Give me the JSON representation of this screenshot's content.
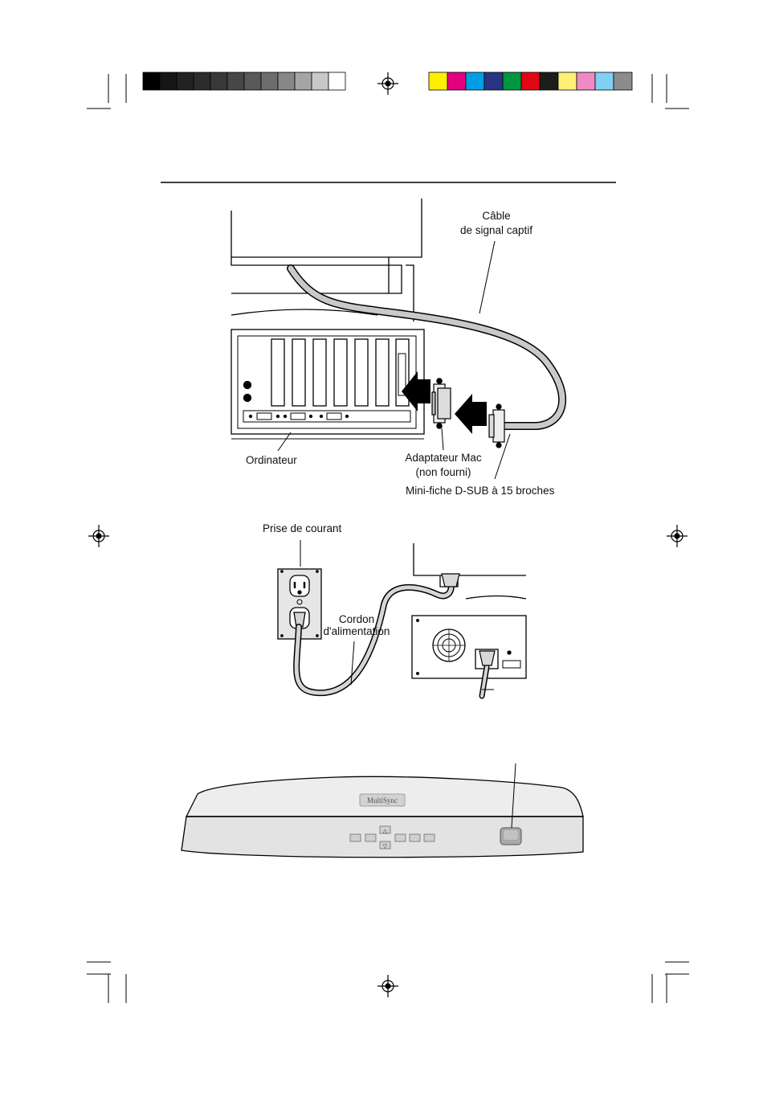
{
  "print_marks": {
    "grayscale_swatches": [
      "#000000",
      "#161616",
      "#222222",
      "#2c2c2c",
      "#383838",
      "#474747",
      "#595959",
      "#6d6d6d",
      "#878787",
      "#a5a5a5",
      "#c8c8c8",
      "#ffffff"
    ],
    "color_swatches": [
      "#ffee00",
      "#e6007e",
      "#009fe3",
      "#283583",
      "#009640",
      "#e30613",
      "#1d1d1b",
      "#fff176",
      "#f08ac2",
      "#7fd0f4",
      "#8c8c8c"
    ]
  },
  "figure1": {
    "cable_label_line1": "Câble",
    "cable_label_line2": "de signal captif",
    "computer_label": "Ordinateur",
    "adapter_label_line1": "Adaptateur Mac",
    "adapter_label_line2": "(non fourni)",
    "plug_label": "Mini-fiche D-SUB à 15 broches"
  },
  "figure2": {
    "outlet_label": "Prise de courant",
    "cord_label_line1": "Cordon",
    "cord_label_line2": "d'alimentation"
  },
  "figure3": {
    "brand_logo": "MultiSync",
    "up_arrow": "△",
    "down_arrow": "▽"
  }
}
